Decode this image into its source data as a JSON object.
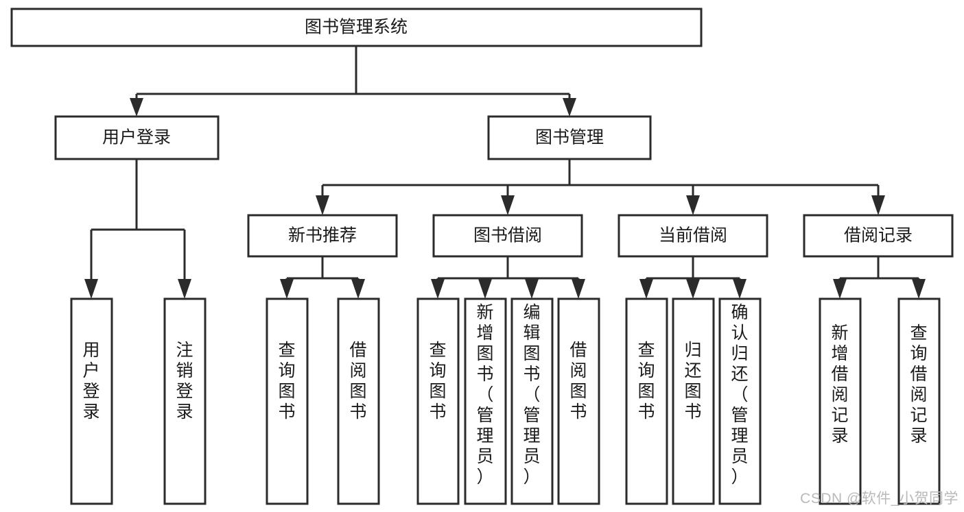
{
  "diagram": {
    "type": "tree-hierarchy-chart",
    "title": "图书管理系统",
    "watermark": "CSDN @软件_小贺同学",
    "colors": {
      "stroke": "#2b2b2b",
      "fill": "#ffffff",
      "text": "#1a1a1a",
      "watermark": "#b9b9b9"
    },
    "root": {
      "label": "图书管理系统"
    },
    "level2": [
      {
        "label": "用户登录"
      },
      {
        "label": "图书管理"
      }
    ],
    "level3": [
      {
        "label": "新书推荐"
      },
      {
        "label": "图书借阅"
      },
      {
        "label": "当前借阅"
      },
      {
        "label": "借阅记录"
      }
    ],
    "leaves_user_login": [
      {
        "label": "用户登录"
      },
      {
        "label": "注销登录"
      }
    ],
    "leaves_new_book": [
      {
        "label": "查询图书"
      },
      {
        "label": "借阅图书"
      }
    ],
    "leaves_borrow": [
      {
        "label": "查询图书"
      },
      {
        "label": "新增图书（管理员）"
      },
      {
        "label": "编辑图书（管理员）"
      },
      {
        "label": "借阅图书"
      }
    ],
    "leaves_current": [
      {
        "label": "查询图书"
      },
      {
        "label": "归还图书"
      },
      {
        "label": "确认归还（管理员）"
      }
    ],
    "leaves_record": [
      {
        "label": "新增借阅记录"
      },
      {
        "label": "查询借阅记录"
      }
    ]
  }
}
